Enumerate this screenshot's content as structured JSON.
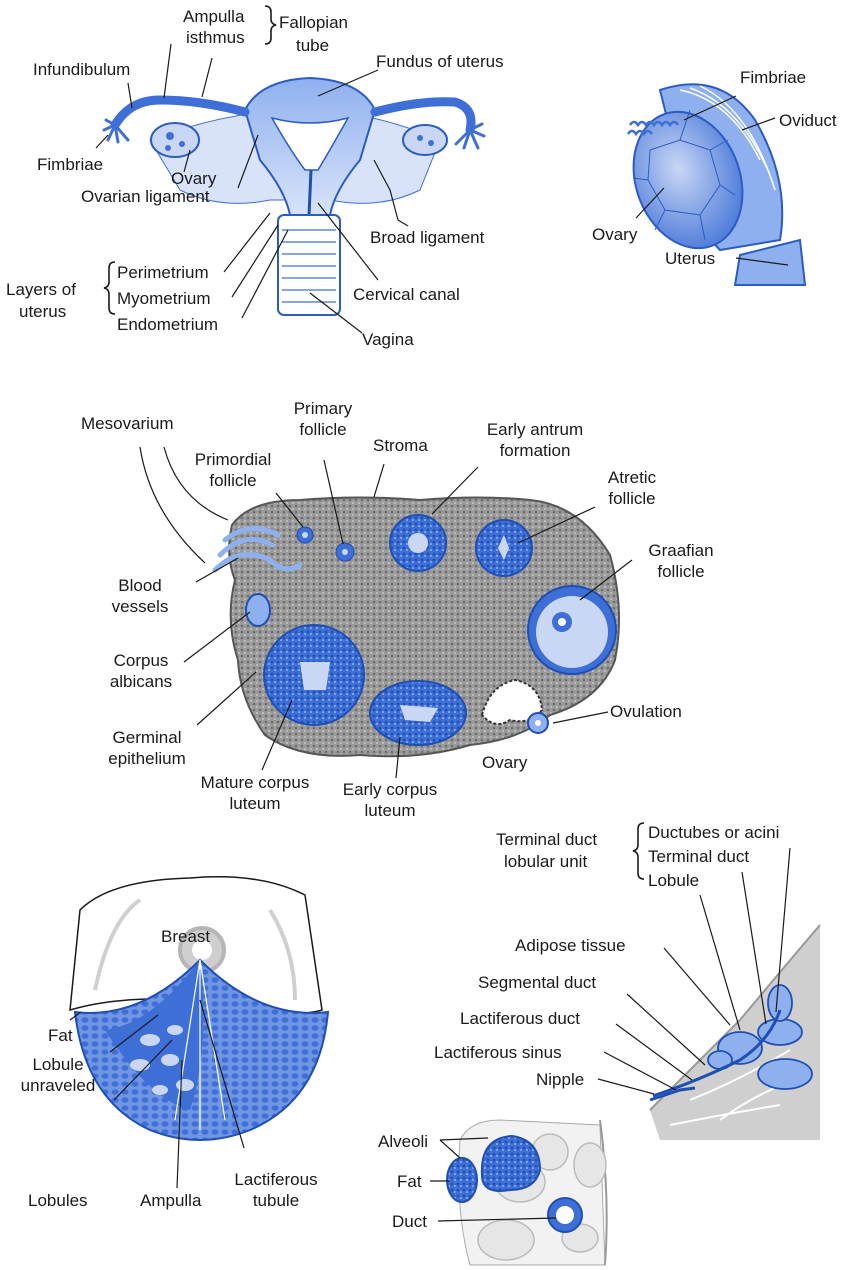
{
  "colors": {
    "tissue_blue": "#3d6fd6",
    "tissue_light": "#9db8ee",
    "tissue_pale": "#c9d7f5",
    "stroma_gray": "#9a9a9a",
    "gland_gray": "#cfcfcf",
    "line": "#1a1a1a"
  },
  "uterus": {
    "ampulla": "Ampulla",
    "isthmus": "isthmus",
    "fallopian": "Fallopian",
    "tube": "tube",
    "infundibulum": "Infundibulum",
    "fundus": "Fundus of uterus",
    "fimbriae": "Fimbriae",
    "ovary": "Ovary",
    "ovarian_ligament": "Ovarian ligament",
    "broad_ligament": "Broad ligament",
    "cervical_canal": "Cervical canal",
    "layers_1": "Layers of",
    "layers_2": "uterus",
    "perimetrium": "Perimetrium",
    "myometrium": "Myometrium",
    "endometrium": "Endometrium",
    "vagina": "Vagina"
  },
  "oviduct": {
    "fimbriae": "Fimbriae",
    "oviduct": "Oviduct",
    "ovary": "Ovary",
    "uterus": "Uterus"
  },
  "ovary": {
    "mesovarium": "Mesovarium",
    "primary_1": "Primary",
    "primary_2": "follicle",
    "stroma": "Stroma",
    "early_antrum_1": "Early antrum",
    "early_antrum_2": "formation",
    "primordial_1": "Primordial",
    "primordial_2": "follicle",
    "atretic_1": "Atretic",
    "atretic_2": "follicle",
    "graafian_1": "Graafian",
    "graafian_2": "follicle",
    "blood_1": "Blood",
    "blood_2": "vessels",
    "corpus_albicans_1": "Corpus",
    "corpus_albicans_2": "albicans",
    "ovulation": "Ovulation",
    "germinal_1": "Germinal",
    "germinal_2": "epithelium",
    "ovary": "Ovary",
    "mature_cl_1": "Mature corpus",
    "mature_cl_2": "luteum",
    "early_cl_1": "Early corpus",
    "early_cl_2": "luteum"
  },
  "breast": {
    "breast": "Breast",
    "fat": "Fat",
    "lobule_unraveled_1": "Lobule",
    "lobule_unraveled_2": "unraveled",
    "lobules": "Lobules",
    "ampulla": "Ampulla",
    "lactiferous_tubule_1": "Lactiferous",
    "lactiferous_tubule_2": "tubule"
  },
  "duct_section": {
    "tdlu_1": "Terminal duct",
    "tdlu_2": "lobular unit",
    "ductules": "Ductubes or acini",
    "terminal_duct": "Terminal duct",
    "lobule": "Lobule",
    "adipose": "Adipose tissue",
    "segmental": "Segmental duct",
    "lactiferous_duct": "Lactiferous duct",
    "lactiferous_sinus": "Lactiferous sinus",
    "nipple": "Nipple"
  },
  "alveoli": {
    "alveoli": "Alveoli",
    "fat": "Fat",
    "duct": "Duct"
  }
}
